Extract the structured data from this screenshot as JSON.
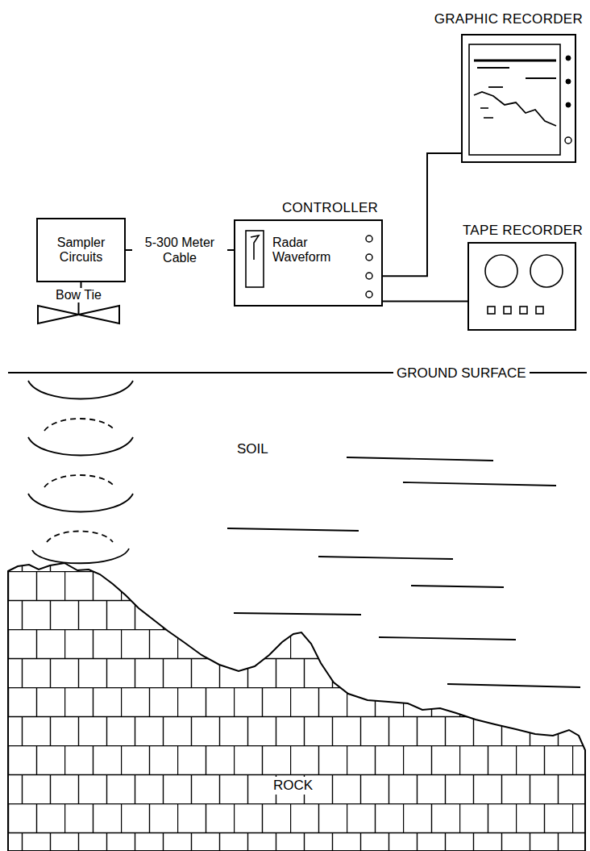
{
  "diagram": {
    "nodes": [
      {
        "text": [
          "GRAPHIC RECORDER"
        ]
      },
      {
        "text": [
          "CONTROLLER",
          "Radar Waveform"
        ]
      },
      {
        "text": [
          "TAPE RECORDER"
        ]
      },
      {
        "text": [
          "Sampler Circuits"
        ]
      },
      {
        "text": [
          "Bow Tie"
        ]
      }
    ],
    "edges": [
      {
        "from": 3,
        "to": 1,
        "label": "5-300 Meter Cable",
        "arrow": "none"
      },
      {
        "from": 3,
        "to": 4,
        "arrow": "none"
      },
      {
        "from": 1,
        "to": 0,
        "arrow": "none"
      },
      {
        "from": 1,
        "to": 2,
        "arrow": "none"
      }
    ],
    "labels": [
      "GROUND SURFACE",
      "SOIL",
      "ROCK"
    ]
  }
}
